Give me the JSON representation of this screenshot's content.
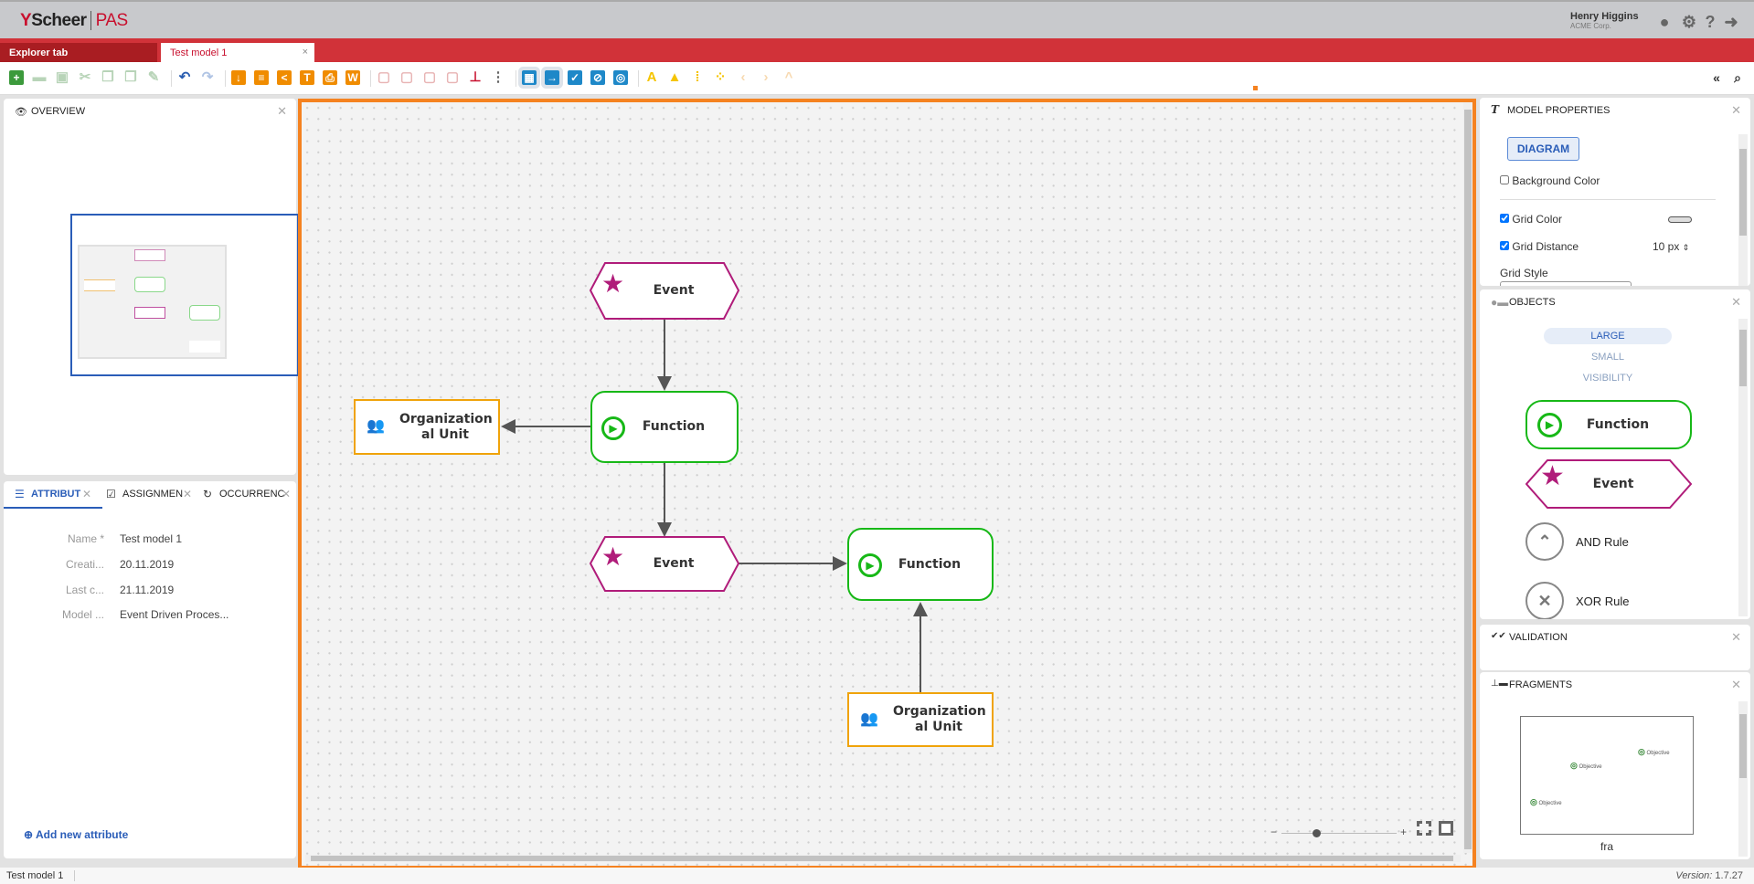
{
  "header": {
    "logo_brand": "Scheer",
    "logo_product": "PAS",
    "user_name": "Henry Higgins",
    "user_org": "ACME Corp.",
    "icons": [
      "user-icon",
      "gear-icon",
      "help-icon",
      "logout-icon"
    ]
  },
  "tabs": [
    {
      "label": "Explorer tab",
      "active": false
    },
    {
      "label": "Test model 1",
      "active": true,
      "close": "×"
    }
  ],
  "toolbar": {
    "items": [
      {
        "icon": "new-model-icon",
        "color": "#3c9a3c",
        "g": "+"
      },
      {
        "icon": "delete-icon",
        "color": "#b8d4b8",
        "g": "▬"
      },
      {
        "icon": "duplicate-icon",
        "color": "#b8d4b8",
        "g": "▣"
      },
      {
        "icon": "cut-icon",
        "color": "#b8d4b8",
        "g": "✂"
      },
      {
        "icon": "copy-icon",
        "color": "#b8d4b8",
        "g": "❐"
      },
      {
        "icon": "paste-icon",
        "color": "#b8d4b8",
        "g": "❐"
      },
      {
        "icon": "format-painter-icon",
        "color": "#b8d4b8",
        "g": "✎"
      },
      {
        "icon": "undo-icon",
        "color": "#2a5db0",
        "g": "↶"
      },
      {
        "icon": "redo-icon",
        "color": "#b0c4e4",
        "g": "↷"
      },
      {
        "icon": "import-icon",
        "color": "#f08c00",
        "g": "↓"
      },
      {
        "icon": "export-icon",
        "color": "#f08c00",
        "g": "≡"
      },
      {
        "icon": "share-icon",
        "color": "#f08c00",
        "g": "<"
      },
      {
        "icon": "pin-icon",
        "color": "#f08c00",
        "g": "T"
      },
      {
        "icon": "print-icon",
        "color": "#f08c00",
        "g": "⎙"
      },
      {
        "icon": "word-export-icon",
        "color": "#f08c00",
        "g": "W"
      },
      {
        "icon": "bring-front-icon",
        "color": "#e8b4b4",
        "g": "▢"
      },
      {
        "icon": "send-back-icon",
        "color": "#e8b4b4",
        "g": "▢"
      },
      {
        "icon": "bring-forward-icon",
        "color": "#e8b4b4",
        "g": "▢"
      },
      {
        "icon": "send-backward-icon",
        "color": "#e8b4b4",
        "g": "▢"
      },
      {
        "icon": "hierarchy-icon",
        "color": "#c8102e",
        "g": "⊥"
      },
      {
        "icon": "more-icon",
        "color": "#666",
        "g": "⋮"
      },
      {
        "icon": "grid-layout-icon",
        "color": "#1e88c8",
        "g": "▦"
      },
      {
        "icon": "connect-icon",
        "color": "#1e88c8",
        "g": "→"
      },
      {
        "icon": "checkbox-icon",
        "color": "#1e88c8",
        "g": "✓"
      },
      {
        "icon": "hide-icon",
        "color": "#1e88c8",
        "g": "⊘"
      },
      {
        "icon": "toggle-icon",
        "color": "#1e88c8",
        "g": "◎"
      },
      {
        "icon": "text-icon",
        "color": "#f5c400",
        "g": "A"
      },
      {
        "icon": "image-icon",
        "color": "#f5c400",
        "g": "▲"
      },
      {
        "icon": "columns-icon",
        "color": "#f5c400",
        "g": "⁞"
      },
      {
        "icon": "rows-icon",
        "color": "#f5c400",
        "g": "⁘"
      },
      {
        "icon": "previous-icon",
        "color": "#f7d9b0",
        "g": "‹"
      },
      {
        "icon": "next-icon",
        "color": "#f7d9b0",
        "g": "›"
      },
      {
        "icon": "up-icon",
        "color": "#f7d9b0",
        "g": "^"
      }
    ],
    "right_icons": [
      "collapse-panels-icon",
      "search-icon"
    ]
  },
  "overview": {
    "title": "OVERVIEW"
  },
  "attributes": {
    "tabs": [
      "ATTRIBUT",
      "ASSIGNMEN",
      "OCCURRENC"
    ],
    "rows": [
      {
        "key": "Name *",
        "value": "Test model 1"
      },
      {
        "key": "Creati...",
        "value": "20.11.2019"
      },
      {
        "key": "Last c...",
        "value": "21.11.2019"
      },
      {
        "key": "Model ...",
        "value": "Event Driven Proces..."
      }
    ],
    "add_label": "Add new attribute"
  },
  "diagram": {
    "nodes": [
      {
        "type": "event",
        "label": "Event"
      },
      {
        "type": "function",
        "label": "Function"
      },
      {
        "type": "org",
        "label": "Organization al Unit"
      },
      {
        "type": "event",
        "label": "Event"
      },
      {
        "type": "function",
        "label": "Function"
      },
      {
        "type": "org",
        "label": "Organization al Unit"
      }
    ],
    "colors": {
      "event": "#b01c7a",
      "function": "#17b817",
      "org": "#f0a30a",
      "canvas_border": "#f58220"
    },
    "zoom_level": 0.3
  },
  "model_properties": {
    "title": "MODEL PROPERTIES",
    "diagram_btn": "DIAGRAM",
    "background_color": {
      "label": "Background Color",
      "checked": false
    },
    "grid_color": {
      "label": "Grid Color",
      "checked": true
    },
    "grid_distance": {
      "label": "Grid Distance",
      "checked": true,
      "value": "10 px"
    },
    "grid_style": "Grid Style"
  },
  "objects": {
    "title": "OBJECTS",
    "tabs": [
      "LARGE",
      "SMALL",
      "VISIBILITY"
    ],
    "items": [
      "Function",
      "Event",
      "AND Rule",
      "XOR Rule"
    ]
  },
  "validation": {
    "title": "VALIDATION"
  },
  "fragments": {
    "title": "FRAGMENTS",
    "objective": "Objective",
    "name": "fra"
  },
  "status": {
    "model": "Test model 1",
    "version_label": "Version:",
    "version": "1.7.27"
  }
}
